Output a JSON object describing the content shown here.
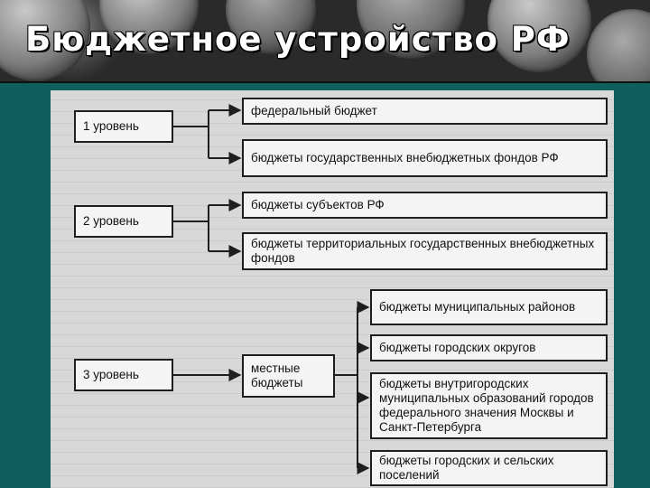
{
  "title": "Бюджетное устройство РФ",
  "levels": [
    {
      "label": "1 уровень"
    },
    {
      "label": "2 уровень"
    },
    {
      "label": "3 уровень"
    }
  ],
  "budgets": {
    "federal": "федеральный бюджет",
    "state_funds": "бюджеты государственных внебюджетных фондов РФ",
    "subjects": "бюджеты субъектов РФ",
    "territorial_funds": "бюджеты территориальных государственных внебюджетных фондов",
    "local": "местные бюджеты",
    "municipal_districts": "бюджеты муниципальных районов",
    "city_districts": "бюджеты городских округов",
    "intracity": "бюджеты внутригородских муниципальных образований городов федерального значения Москвы и Санкт-Петербурга",
    "settlements": "бюджеты городских и сельских поселений"
  }
}
